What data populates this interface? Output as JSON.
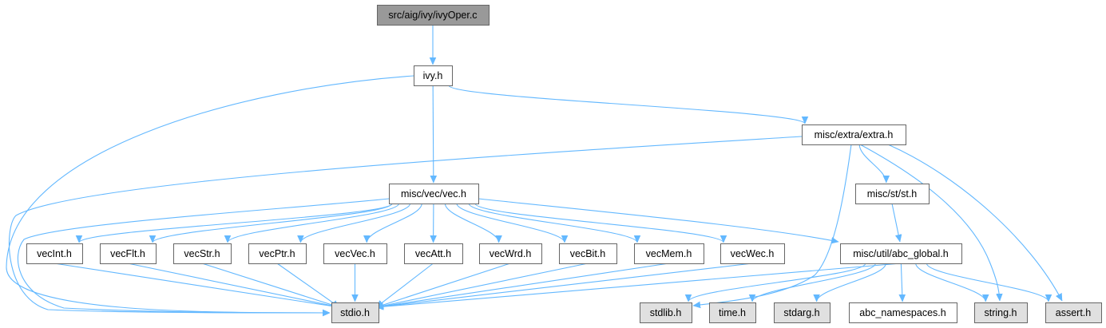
{
  "colors": {
    "edge": "#63b8ff",
    "node_border": "#666666",
    "node_fill": "#ffffff",
    "root_fill": "#999999",
    "external_fill": "#e0e0e0"
  },
  "nodes": {
    "root": {
      "label": "src/aig/ivy/ivyOper.c",
      "kind": "root"
    },
    "ivy": {
      "label": "ivy.h",
      "kind": "normal"
    },
    "extra": {
      "label": "misc/extra/extra.h",
      "kind": "normal"
    },
    "vec": {
      "label": "misc/vec/vec.h",
      "kind": "normal"
    },
    "st": {
      "label": "misc/st/st.h",
      "kind": "normal"
    },
    "vecInt": {
      "label": "vecInt.h",
      "kind": "normal"
    },
    "vecFlt": {
      "label": "vecFlt.h",
      "kind": "normal"
    },
    "vecStr": {
      "label": "vecStr.h",
      "kind": "normal"
    },
    "vecPtr": {
      "label": "vecPtr.h",
      "kind": "normal"
    },
    "vecVec": {
      "label": "vecVec.h",
      "kind": "normal"
    },
    "vecAtt": {
      "label": "vecAtt.h",
      "kind": "normal"
    },
    "vecWrd": {
      "label": "vecWrd.h",
      "kind": "normal"
    },
    "vecBit": {
      "label": "vecBit.h",
      "kind": "normal"
    },
    "vecMem": {
      "label": "vecMem.h",
      "kind": "normal"
    },
    "vecWec": {
      "label": "vecWec.h",
      "kind": "normal"
    },
    "abc_global": {
      "label": "misc/util/abc_global.h",
      "kind": "normal"
    },
    "stdio": {
      "label": "stdio.h",
      "kind": "external"
    },
    "stdlib": {
      "label": "stdlib.h",
      "kind": "external"
    },
    "time": {
      "label": "time.h",
      "kind": "external"
    },
    "stdarg": {
      "label": "stdarg.h",
      "kind": "external"
    },
    "abc_namespaces": {
      "label": "abc_namespaces.h",
      "kind": "normal"
    },
    "string": {
      "label": "string.h",
      "kind": "external"
    },
    "assert": {
      "label": "assert.h",
      "kind": "external"
    }
  },
  "edges": [
    [
      "root",
      "ivy"
    ],
    [
      "ivy",
      "stdio"
    ],
    [
      "ivy",
      "extra"
    ],
    [
      "ivy",
      "vec"
    ],
    [
      "extra",
      "stdio"
    ],
    [
      "extra",
      "st"
    ],
    [
      "extra",
      "stdlib"
    ],
    [
      "extra",
      "string"
    ],
    [
      "extra",
      "assert"
    ],
    [
      "vec",
      "stdio"
    ],
    [
      "vec",
      "vecInt"
    ],
    [
      "vec",
      "vecFlt"
    ],
    [
      "vec",
      "vecStr"
    ],
    [
      "vec",
      "vecPtr"
    ],
    [
      "vec",
      "vecVec"
    ],
    [
      "vec",
      "vecAtt"
    ],
    [
      "vec",
      "vecWrd"
    ],
    [
      "vec",
      "vecBit"
    ],
    [
      "vec",
      "vecMem"
    ],
    [
      "vec",
      "vecWec"
    ],
    [
      "vec",
      "abc_global"
    ],
    [
      "st",
      "abc_global"
    ],
    [
      "vecInt",
      "stdio"
    ],
    [
      "vecFlt",
      "stdio"
    ],
    [
      "vecStr",
      "stdio"
    ],
    [
      "vecPtr",
      "stdio"
    ],
    [
      "vecVec",
      "stdio"
    ],
    [
      "vecAtt",
      "stdio"
    ],
    [
      "vecWrd",
      "stdio"
    ],
    [
      "vecBit",
      "stdio"
    ],
    [
      "vecMem",
      "stdio"
    ],
    [
      "vecWec",
      "stdio"
    ],
    [
      "abc_global",
      "stdio"
    ],
    [
      "abc_global",
      "stdlib"
    ],
    [
      "abc_global",
      "time"
    ],
    [
      "abc_global",
      "stdarg"
    ],
    [
      "abc_global",
      "abc_namespaces"
    ],
    [
      "abc_global",
      "string"
    ],
    [
      "abc_global",
      "assert"
    ]
  ]
}
